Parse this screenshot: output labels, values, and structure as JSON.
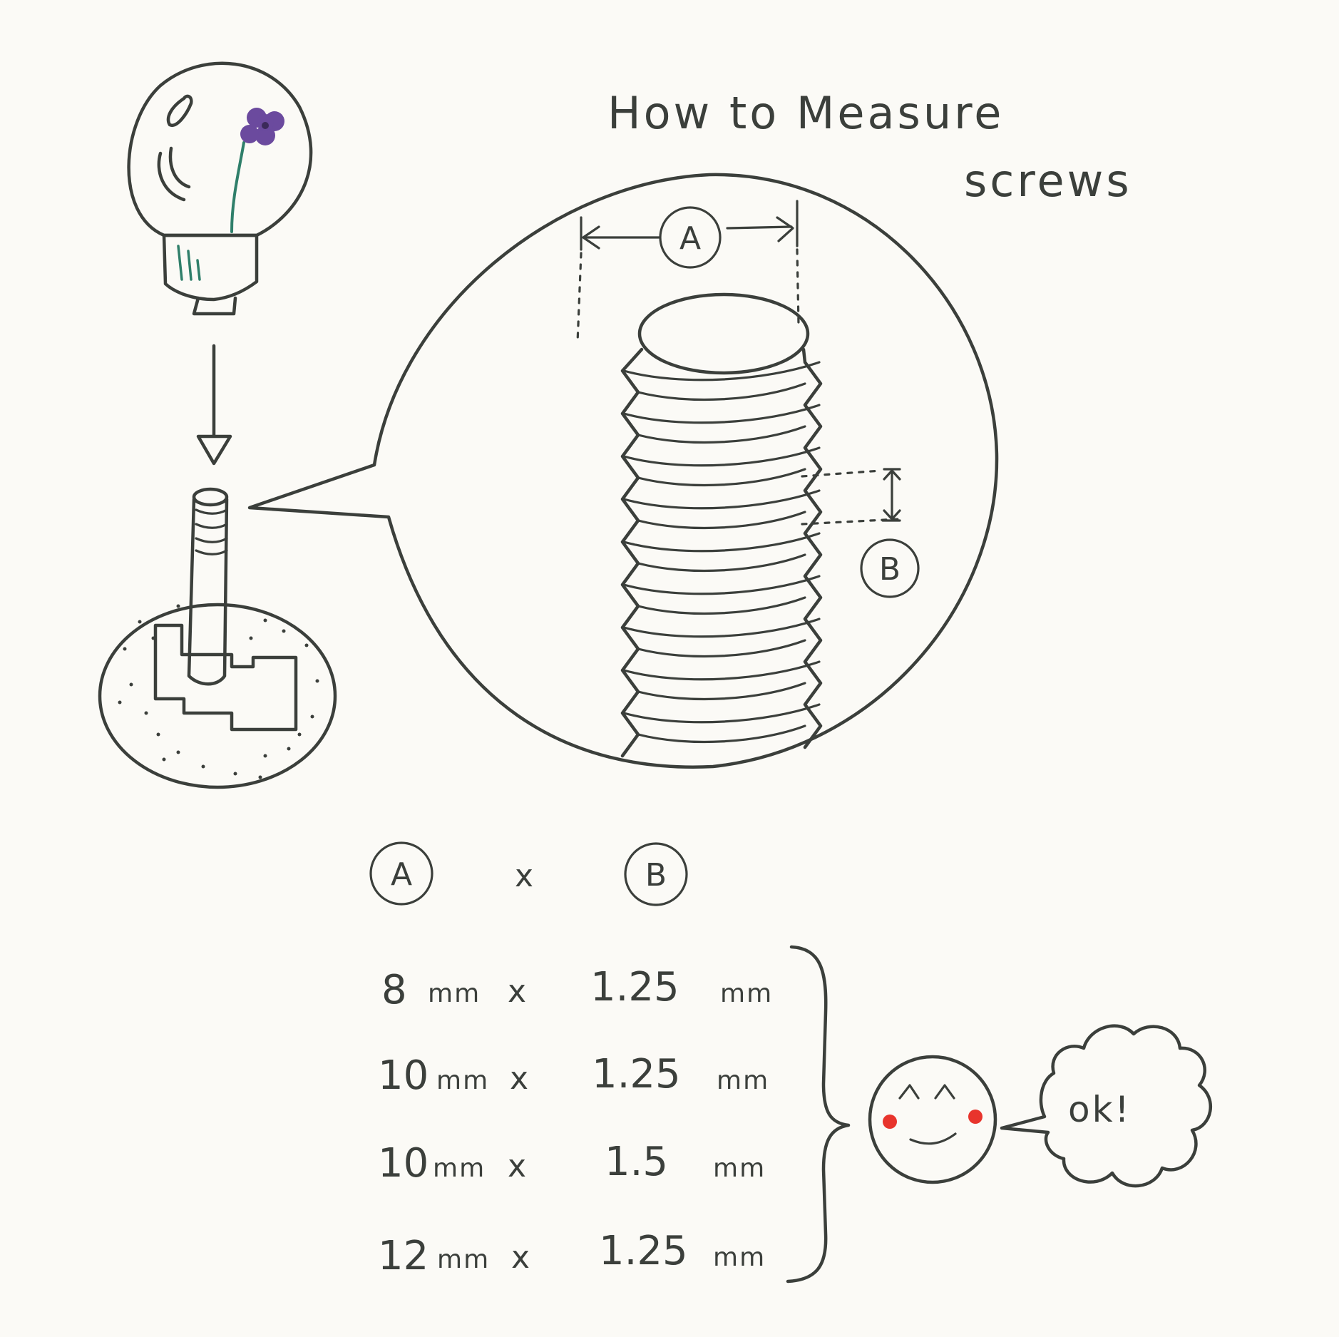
{
  "title_line1": "How to Measure",
  "title_line2": "screws",
  "label_a": "A",
  "label_b": "B",
  "times": "x",
  "unit": "mm",
  "sizes": [
    {
      "a": "8",
      "b": "1.25"
    },
    {
      "a": "10",
      "b": "1.25"
    },
    {
      "a": "10",
      "b": "1.5"
    },
    {
      "a": "12",
      "b": "1.25"
    }
  ],
  "ok_text": "ok!",
  "colors": {
    "ink": "#3b3f3b",
    "paper": "#fbfaf6",
    "flower": "#6b4a9e",
    "stem": "#2f7f6a",
    "cheek": "#e8342c"
  }
}
